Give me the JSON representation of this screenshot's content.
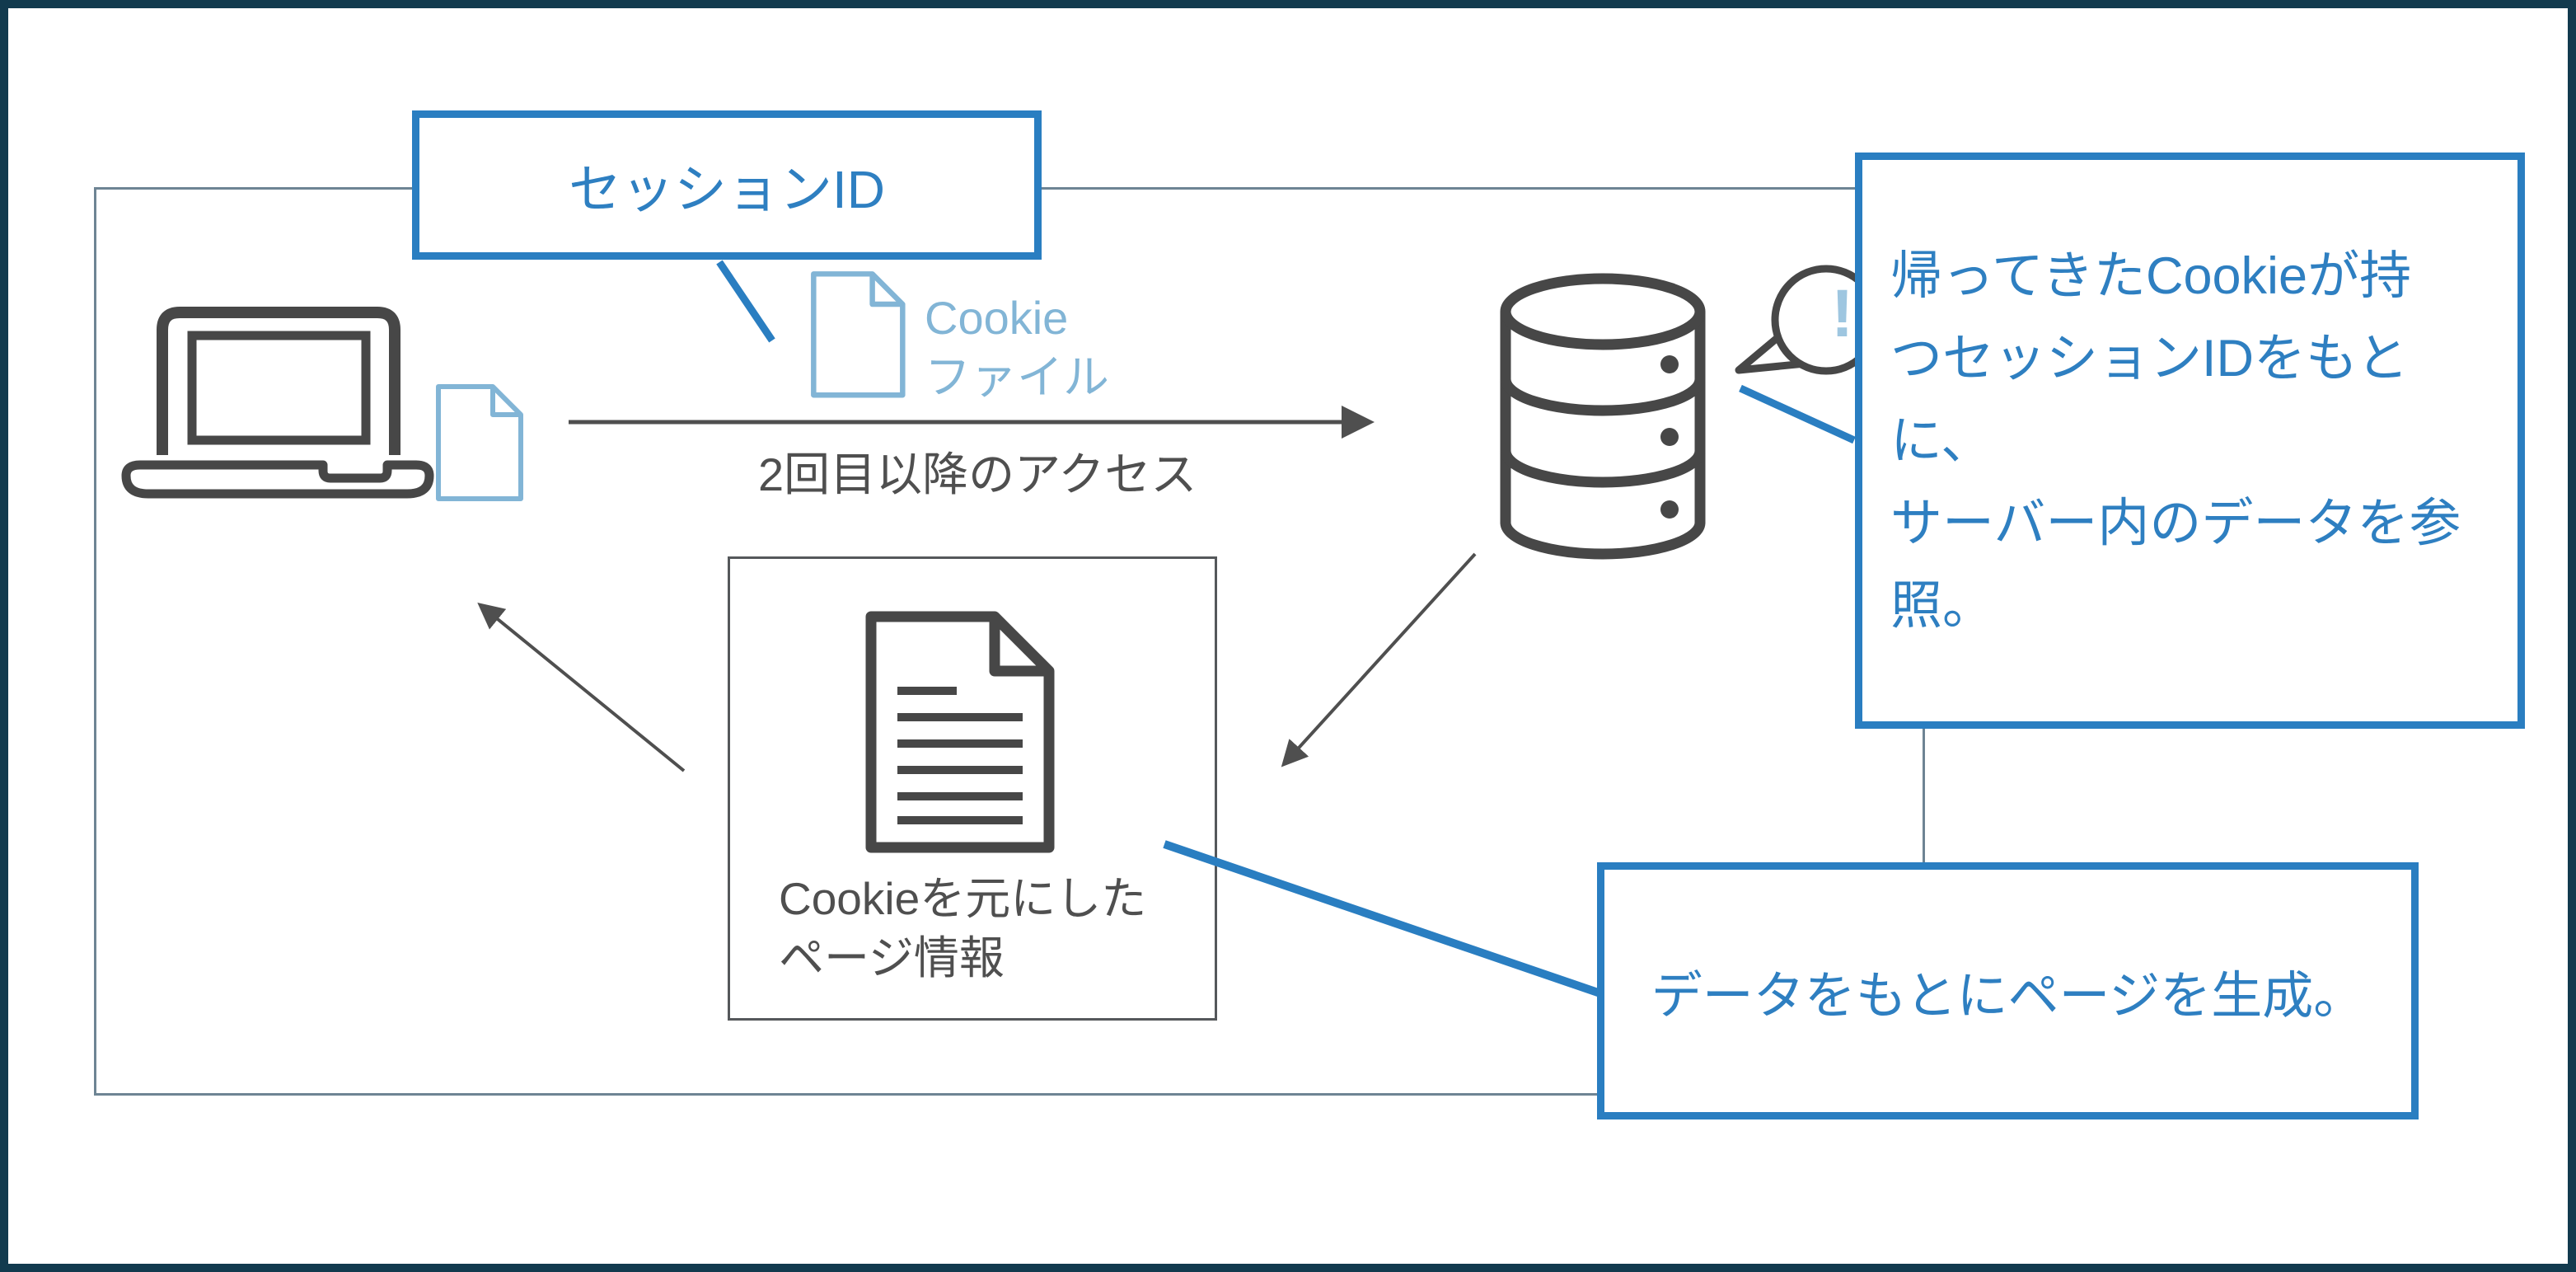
{
  "callouts": {
    "session_id": {
      "label": "セッションID"
    },
    "server_lookup": {
      "text": "帰ってきたCookieが持\nつセッションIDをもとに、\nサーバー内のデータを参\n照。"
    },
    "page_generation": {
      "text": "データをもとにページを生成。"
    }
  },
  "labels": {
    "cookie_file": "Cookie\nファイル",
    "repeat_access": "2回目以降のアクセス",
    "page_from_cookie": "Cookieを元にした\nページ情報",
    "bubble_exclamation": "!"
  },
  "icons": {
    "laptop": "laptop-icon",
    "cookie_file_small": "cookie-file-icon",
    "cookie_file_large": "cookie-file-icon",
    "database": "database-server-icon",
    "speech_bubble": "speech-bubble-icon",
    "document": "document-page-icon",
    "request_arrow": "arrow-right-icon",
    "return_arrow": "arrow-up-left-icon",
    "db_to_page_arrow": "arrow-down-left-icon"
  },
  "colors": {
    "accent_blue": "#2A7EC1",
    "light_blue": "#82B5D6",
    "pale_blue_exclaim": "#9EC6E0",
    "icon_gray": "#474747",
    "text_gray": "#4F4F4F",
    "flow_outline": "#6E8494",
    "frame": "#123A4E",
    "background": "#FFFFFF"
  }
}
